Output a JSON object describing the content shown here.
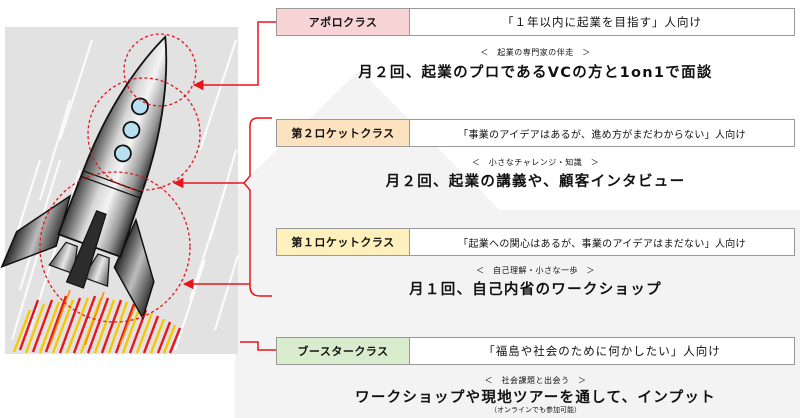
{
  "colors": {
    "apollo_fill": "#f8d4d6",
    "second_rocket_fill": "#fde2bf",
    "first_rocket_fill": "#fdf0bc",
    "booster_fill": "#d9ecce",
    "connector_red": "#e8141c",
    "exhaust_red": "#e8141c",
    "exhaust_yellow": "#f5c800",
    "panel_gray": "#e2e2e2"
  },
  "tiers": [
    {
      "name": "アポロクラス",
      "target": "「１年以内に起業を目指す」人向け",
      "sub": "＜　起業の専門家の伴走　＞",
      "desc": "月２回、起業のプロであるVCの方と1on1で面談",
      "note": ""
    },
    {
      "name": "第２ロケットクラス",
      "target": "「事業のアイデアはあるが、進め方がまだわからない」人向け",
      "sub": "＜　小さなチャレンジ・知識　＞",
      "desc": "月２回、起業の講義や、顧客インタビュー",
      "note": ""
    },
    {
      "name": "第１ロケットクラス",
      "target": "「起業への関心はあるが、事業のアイデアはまだない」人向け",
      "sub": "＜　自己理解・小さな一歩　＞",
      "desc": "月１回、自己内省のワークショップ",
      "note": ""
    },
    {
      "name": "ブースタークラス",
      "target": "「福島や社会のために何かしたい」人向け",
      "sub": "＜　社会課題と出会う　＞",
      "desc": "ワークショップや現地ツアーを通して、インプット",
      "note": "（オンラインでも参加可能）"
    }
  ]
}
